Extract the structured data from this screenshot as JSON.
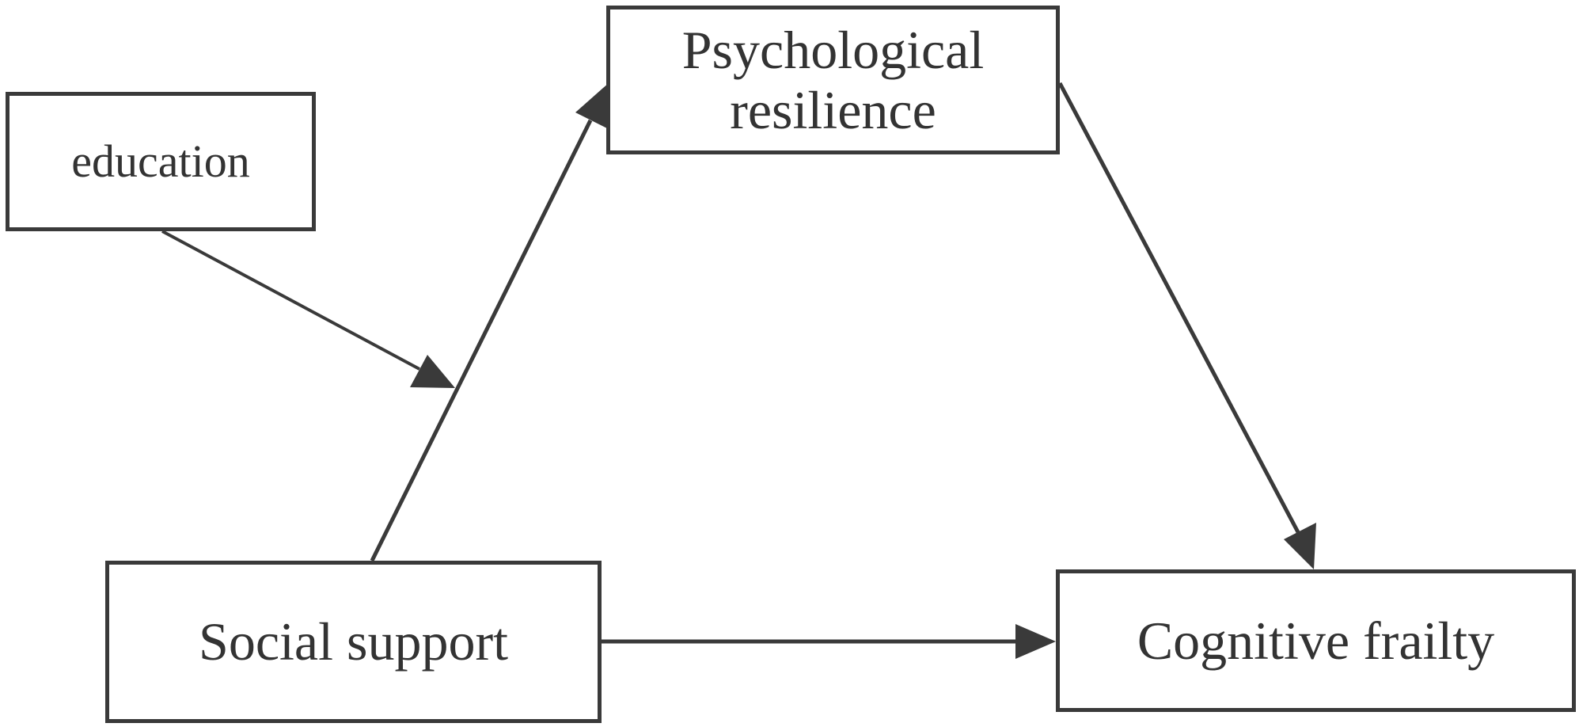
{
  "nodes": {
    "education": {
      "label": "education"
    },
    "psychological_resilience": {
      "line1": "Psychological",
      "line2": "resilience"
    },
    "social_support": {
      "label": "Social support"
    },
    "cognitive_frailty": {
      "label": "Cognitive frailty"
    }
  },
  "edges": [
    {
      "from": "Social support",
      "to": "Psychological resilience"
    },
    {
      "from": "Psychological resilience",
      "to": "Cognitive frailty"
    },
    {
      "from": "Social support",
      "to": "Cognitive frailty"
    },
    {
      "from": "education",
      "to": "Social support → Psychological resilience path",
      "type": "moderation"
    }
  ],
  "colors": {
    "stroke": "#3a3a3a",
    "text": "#333333",
    "background": "#ffffff"
  }
}
